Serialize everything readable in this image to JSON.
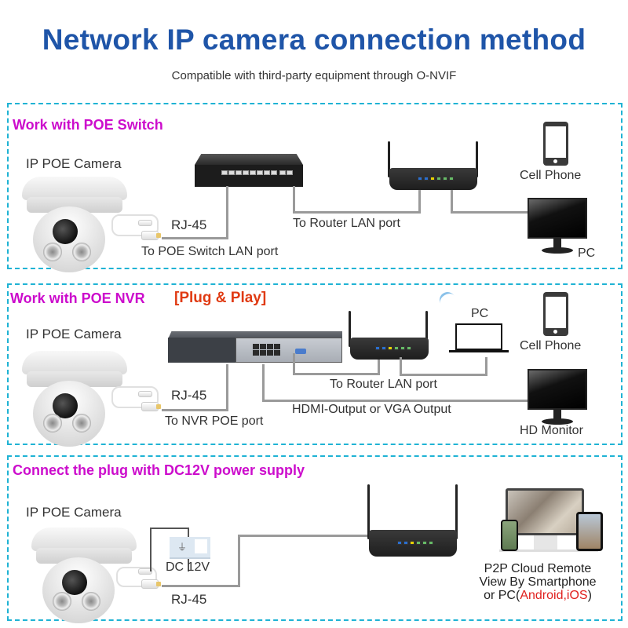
{
  "header": {
    "title": "Network IP camera connection method",
    "subtitle": "Compatible with third-party equipment through O-NVIF"
  },
  "colors": {
    "title": "#1f55a8",
    "heading": "#cc0ccc",
    "highlight_red": "#e03a12",
    "panel_border": "#1fb3d4",
    "wire": "#9a9a9a"
  },
  "panels": [
    {
      "heading": "Work with POE Switch",
      "camera_label": "IP POE Camera",
      "cable_label": "RJ-45",
      "camera_port_label": "To POE Switch LAN port",
      "router_link_label": "To Router LAN port",
      "phone_label": "Cell Phone",
      "pc_label": "PC",
      "devices": [
        "switch-icon",
        "router-icon",
        "phone-icon",
        "monitor-icon",
        "camera-icon"
      ]
    },
    {
      "heading": "Work with POE NVR",
      "heading_tag": "[Plug & Play]",
      "camera_label": "IP POE Camera",
      "cable_label": "RJ-45",
      "camera_port_label": "To NVR POE port",
      "router_link_label": "To Router LAN port",
      "video_output_label": "HDMI-Output or VGA Output",
      "laptop_label": "PC",
      "phone_label": "Cell Phone",
      "monitor_label": "HD Monitor",
      "devices": [
        "nvr-icon",
        "router-icon",
        "laptop-icon",
        "phone-icon",
        "monitor-icon",
        "camera-icon"
      ]
    },
    {
      "heading": "Connect the plug with DC12V power supply",
      "camera_label": "IP POE Camera",
      "power_label": "DC 12V",
      "cable_label": "RJ-45",
      "p2p_line1": "P2P Cloud Remote",
      "p2p_line2": "View By Smartphone",
      "p2p_line3_prefix": "or PC(",
      "p2p_line3_highlight": "Android,iOS",
      "p2p_line3_suffix": ")",
      "devices": [
        "power-adapter-icon",
        "router-icon",
        "multi-device-icon",
        "camera-icon"
      ]
    }
  ]
}
